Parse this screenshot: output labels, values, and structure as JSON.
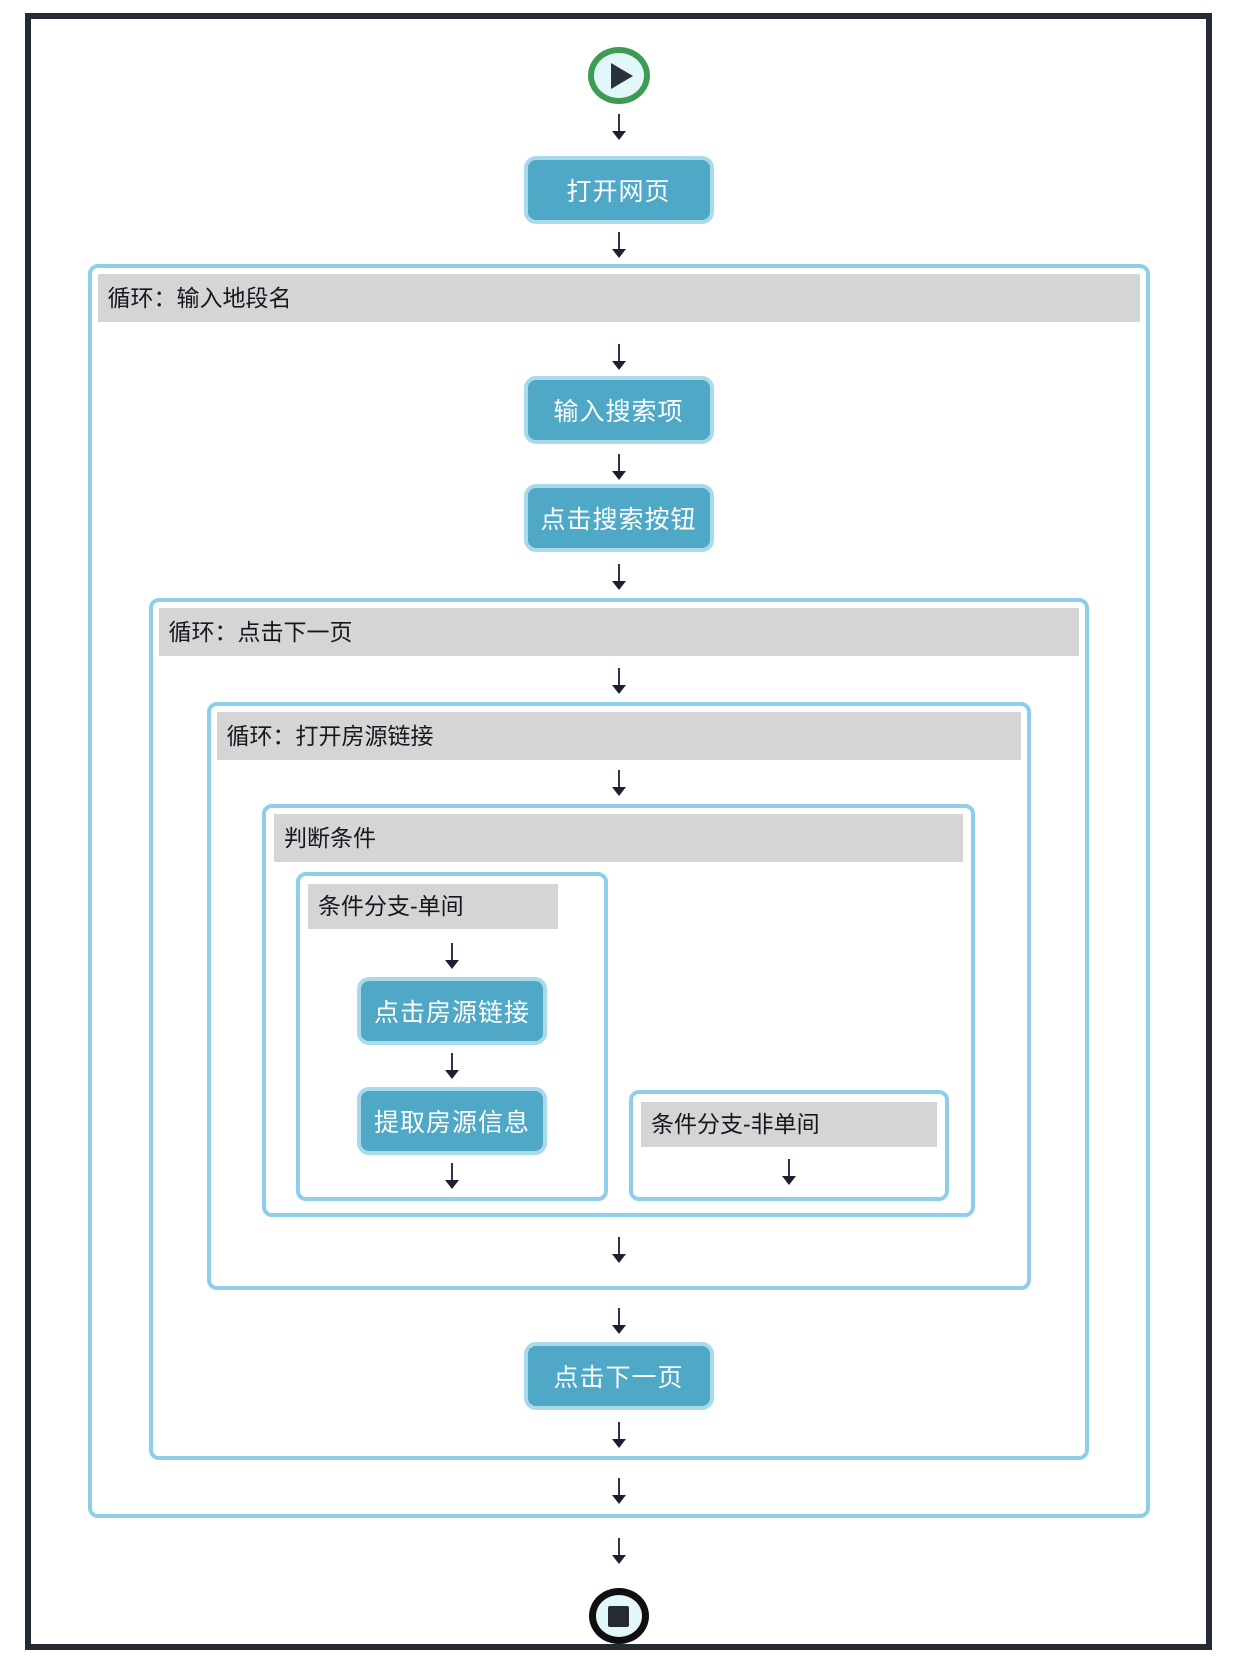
{
  "containers": {
    "loop_input_area": "循环：输入地段名",
    "loop_next_page": "循环：点击下一页",
    "loop_open_listing": "循环：打开房源链接",
    "condition": "判断条件",
    "branch_single": "条件分支-单间",
    "branch_non_single": "条件分支-非单间"
  },
  "steps": {
    "open_webpage": "打开网页",
    "enter_search_term": "输入搜索项",
    "click_search_button": "点击搜索按钮",
    "click_listing_link": "点击房源链接",
    "extract_listing_info": "提取房源信息",
    "click_next_page": "点击下一页"
  },
  "icons": {
    "start": "play-icon",
    "end": "stop-icon",
    "connector": "arrow-down-icon"
  },
  "colors": {
    "step_fill": "#4FA8C5",
    "step_border": "#A9D9EA",
    "container_border": "#8FCEEA",
    "header_bg": "#D5D5D5",
    "header_text": "#17171F",
    "frame_border": "#262B33",
    "start_ring": "#3E9B52",
    "end_ring": "#0F0F12",
    "icon_fill": "#E2F7FA",
    "icon_glyph": "#2A303C",
    "arrow": "#2D3152"
  }
}
